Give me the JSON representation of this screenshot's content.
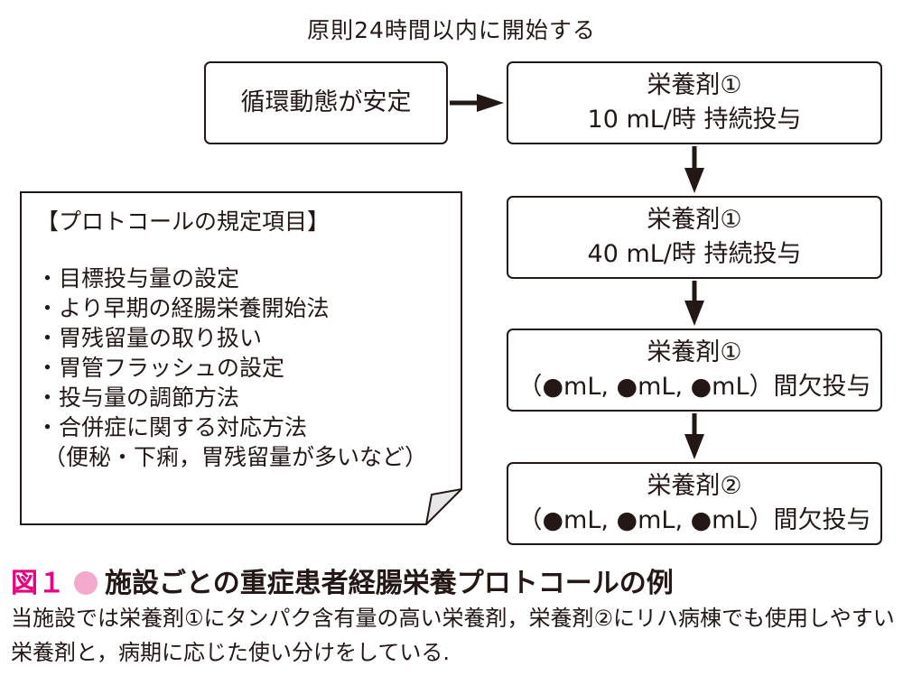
{
  "top_title": "原則24時間以内に開始する",
  "condition": "循環動態が安定",
  "steps": [
    {
      "line1": "栄養剤①",
      "line2": "10 mL/時 持続投与"
    },
    {
      "line1": "栄養剤①",
      "line2": "40 mL/時 持続投与"
    },
    {
      "line1": "栄養剤①",
      "line2": "（●mL, ●mL, ●mL）間欠投与"
    },
    {
      "line1": "栄養剤②",
      "line2": "（●mL, ●mL, ●mL）間欠投与"
    }
  ],
  "rules": {
    "heading": "【プロトコールの規定項目】",
    "items": [
      "・目標投与量の設定",
      "・より早期の経腸栄養開始法",
      "・胃残留量の取り扱い",
      "・胃管フラッシュの設定",
      "・投与量の調節方法",
      "・合併症に関する対応方法"
    ],
    "sub": "（便秘・下痢，胃残留量が多いなど）"
  },
  "caption": {
    "figure_label": "図１",
    "title": "施設ごとの重症患者経腸栄養プロトコールの例",
    "body": "当施設では栄養剤①にタンパク含有量の高い栄養剤，栄養剤②にリハ病棟でも使用しやすい栄養剤と，病期に応じた使い分けをしている."
  },
  "colors": {
    "ink": "#231815",
    "accent": "#e4007f",
    "accent_light": "#f2a9cc",
    "note_fold": "#e6e6e6"
  }
}
